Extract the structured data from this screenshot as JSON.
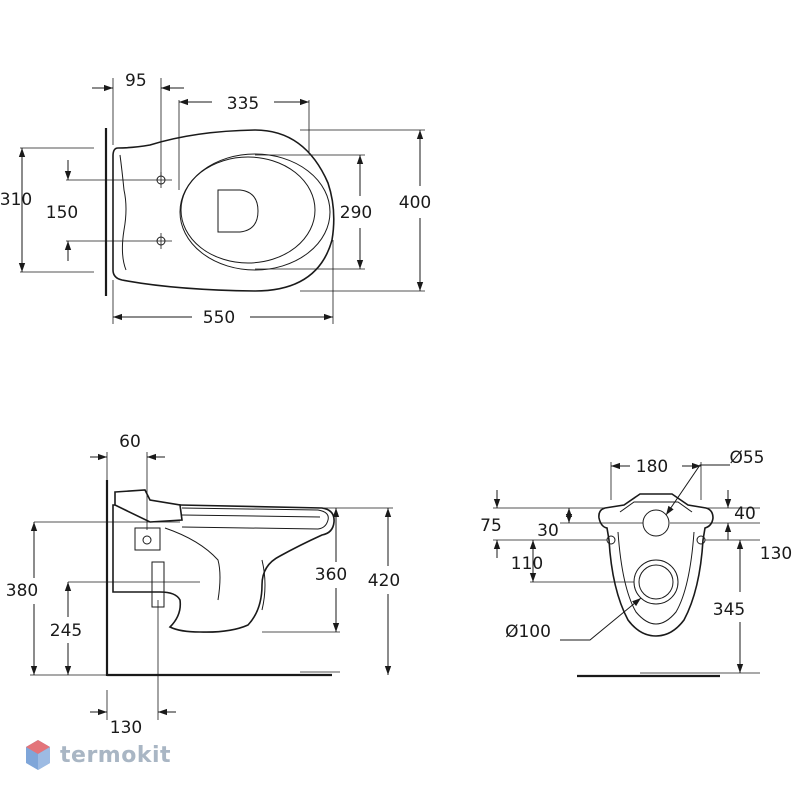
{
  "top_view": {
    "dim_95": "95",
    "dim_335": "335",
    "dim_310": "310",
    "dim_150": "150",
    "dim_290": "290",
    "dim_400": "400",
    "dim_550": "550"
  },
  "side_view": {
    "dim_60": "60",
    "dim_380": "380",
    "dim_245": "245",
    "dim_360": "360",
    "dim_420": "420",
    "dim_130": "130"
  },
  "rear_view": {
    "dim_180": "180",
    "dim_d55": "Ø55",
    "dim_75": "75",
    "dim_30": "30",
    "dim_40": "40",
    "dim_110": "110",
    "dim_130": "130",
    "dim_345": "345",
    "dim_d100": "Ø100"
  },
  "brand": {
    "name": "termokit",
    "colors": {
      "logo_red": "#e3747a",
      "logo_blue": "#7fa6d9",
      "text": "#a9b6c4"
    }
  }
}
